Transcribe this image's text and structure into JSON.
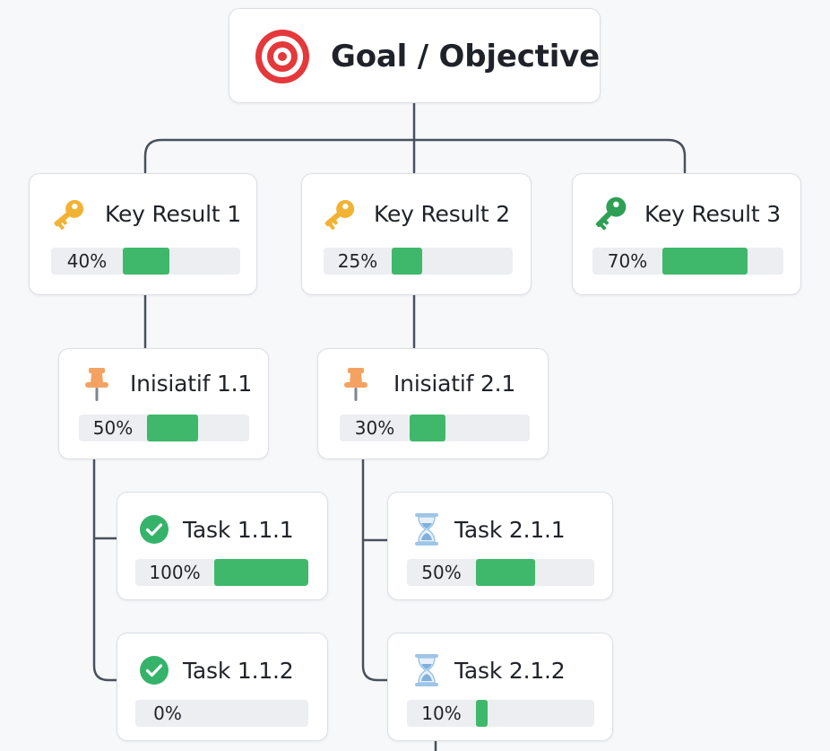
{
  "goal": {
    "title": "Goal / Objective",
    "icon": "target-icon"
  },
  "key_results": [
    {
      "title": "Key Result 1",
      "icon": "key-icon",
      "progress": 40,
      "progress_label": "40%"
    },
    {
      "title": "Key Result 2",
      "icon": "key-icon",
      "progress": 25,
      "progress_label": "25%"
    },
    {
      "title": "Key Result 3",
      "icon": "key-icon",
      "progress": 70,
      "progress_label": "70%"
    }
  ],
  "initiatives": [
    {
      "title": "Inisiatif 1.1",
      "icon": "pushpin-icon",
      "progress": 50,
      "progress_label": "50%"
    },
    {
      "title": "Inisiatif 2.1",
      "icon": "pushpin-icon",
      "progress": 30,
      "progress_label": "30%"
    }
  ],
  "tasks": [
    {
      "title": "Task 1.1.1",
      "icon": "check-circle-icon",
      "progress": 100,
      "progress_label": "100%"
    },
    {
      "title": "Task 1.1.2",
      "icon": "check-circle-icon",
      "progress": 0,
      "progress_label": "0%"
    },
    {
      "title": "Task 2.1.1",
      "icon": "hourglass-icon",
      "progress": 50,
      "progress_label": "50%"
    },
    {
      "title": "Task 2.1.2",
      "icon": "hourglass-icon",
      "progress": 10,
      "progress_label": "10%"
    }
  ],
  "colors": {
    "progress_fill": "#3fb86b",
    "progress_track": "#eceef1",
    "connector": "#48515c",
    "target_red": "#e5383b",
    "key_gold": "#f2b233",
    "key_green": "#2e9f55",
    "pin_orange": "#f4a261",
    "check_green": "#36b36a",
    "hourglass_blue": "#9ec5e8"
  }
}
